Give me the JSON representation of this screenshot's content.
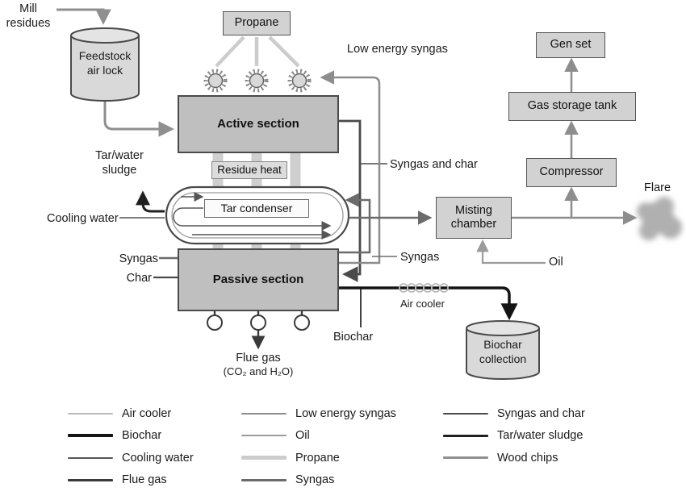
{
  "nodes": {
    "mill_residues": "Mill\nresidues",
    "feedstock_air_lock": "Feedstock\nair lock",
    "propane": "Propane",
    "active_section": "Active section",
    "residue_heat": "Residue heat",
    "tar_condenser": "Tar condenser",
    "passive_section": "Passive section",
    "misting_chamber": "Misting\nchamber",
    "compressor": "Compressor",
    "gas_storage_tank": "Gas storage tank",
    "gen_set": "Gen set",
    "biochar_collection": "Biochar\ncollection",
    "flare": "Flare"
  },
  "labels": {
    "low_energy_syngas": "Low energy syngas",
    "tar_water_sludge": "Tar/water\nsludge",
    "cooling_water": "Cooling water",
    "syngas_and_char": "Syngas and char",
    "syngas_left": "Syngas",
    "char_left": "Char",
    "syngas_right": "Syngas",
    "oil": "Oil",
    "biochar": "Biochar",
    "air_cooler": "Air cooler",
    "flue_gas": "Flue gas",
    "flue_gas_components": "(CO₂ and H₂O)"
  },
  "legend": {
    "items": [
      {
        "label": "Air cooler",
        "color": "#b9b9b9",
        "thickness": 2
      },
      {
        "label": "Biochar",
        "color": "#141414",
        "thickness": 4
      },
      {
        "label": "Cooling water",
        "color": "#555555",
        "thickness": 1.5
      },
      {
        "label": "Flue gas",
        "color": "#3a3a3a",
        "thickness": 2.5
      },
      {
        "label": "Low energy syngas",
        "color": "#8d8d8d",
        "thickness": 2.5
      },
      {
        "label": "Oil",
        "color": "#9b9b9b",
        "thickness": 2
      },
      {
        "label": "Propane",
        "color": "#cccccc",
        "thickness": 5
      },
      {
        "label": "Syngas",
        "color": "#6b6b6b",
        "thickness": 2.5
      },
      {
        "label": "Syngas and char",
        "color": "#4a4a4a",
        "thickness": 2.5
      },
      {
        "label": "Tar/water sludge",
        "color": "#202020",
        "thickness": 3
      },
      {
        "label": "Wood chips",
        "color": "#8f8f8f",
        "thickness": 3
      }
    ]
  },
  "colors": {
    "box_fill": "#d2d2d2",
    "section_fill": "#bfbfbf",
    "cylinder_fill": "#d9d9d9",
    "outline": "#4a4a4a",
    "text": "#1a1a1a",
    "flare": "#b0b0b0"
  }
}
